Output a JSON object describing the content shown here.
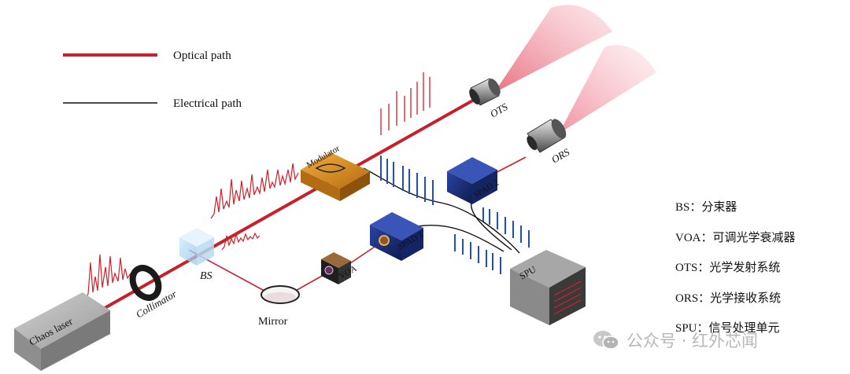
{
  "legend": {
    "optical_label": "Optical path",
    "electrical_label": "Electrical path",
    "optical_color": "#c8202a",
    "electrical_color": "#111111"
  },
  "components": {
    "chaos_laser": "Chaos laser",
    "collimator": "Collimator",
    "bs": "BS",
    "mirror": "Mirror",
    "voa": "VOA",
    "modulator": "Modulator",
    "spad1": "SPAD 1",
    "spad2": "SPAD 2",
    "spu": "SPU",
    "ots": "OTS",
    "ors": "ORS"
  },
  "abbreviations": [
    {
      "text": "BS：分束器"
    },
    {
      "text": "VOA：可调光学衰减器"
    },
    {
      "text": "OTS：光学发射系统"
    },
    {
      "text": "ORS：光学接收系统"
    },
    {
      "text": "SPU：信号处理单元"
    }
  ],
  "watermark": {
    "text": "公众号 · 红外芯闻"
  },
  "colors": {
    "beam": "#c8202a",
    "cone": "#f4a6b0",
    "spad_blue": "#1c2f78",
    "modulator_orange": "#d98a1c",
    "pulse_blue": "#1f4fbf",
    "pulse_red": "#d0202a"
  }
}
